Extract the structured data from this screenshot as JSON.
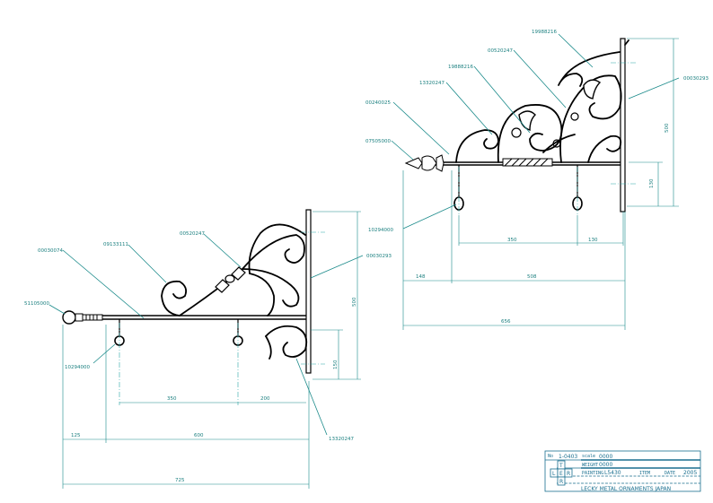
{
  "top_drawing": {
    "part_labels": [
      "19988216",
      "00520247",
      "19888216",
      "13320247",
      "00240025",
      "07505000",
      "00030293",
      "10294000"
    ],
    "dims": {
      "d350": "350",
      "d130a": "130",
      "d148": "148",
      "d508": "508",
      "d656": "656",
      "d500": "500",
      "d130b": "130"
    }
  },
  "bottom_drawing": {
    "part_labels": [
      "00030074",
      "09133111",
      "00520247",
      "00030293",
      "51105000",
      "10294000",
      "13320247"
    ],
    "dims": {
      "d350": "350",
      "d200": "200",
      "d125": "125",
      "d600": "600",
      "d725": "725",
      "d500": "500",
      "d150": "150"
    }
  },
  "title_block": {
    "no_label": "No",
    "no_value": "1-0403",
    "field1_label": "scale",
    "field1_value": "0000",
    "field2_label": "WEIGHT",
    "field2_value": "0000",
    "field3_label": "PAINTING",
    "field3_value": "L5430",
    "field4_label": "ITEM",
    "field5_label": "DATE",
    "field5_value": "2005",
    "letters": [
      "T",
      "L",
      "E",
      "R",
      "R"
    ],
    "company": "LECKY METAL ORNAMENTS JAPAN"
  }
}
